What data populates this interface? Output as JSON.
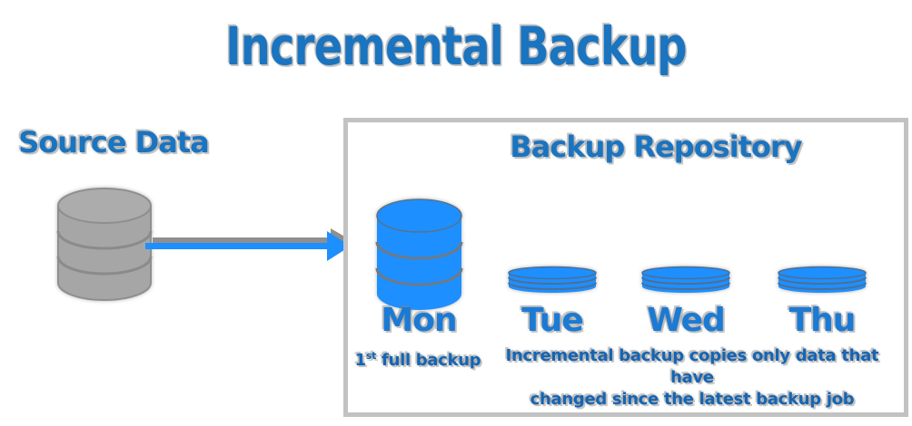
{
  "diagram": {
    "title": "Incremental Backup",
    "source": {
      "label": "Source Data",
      "icon": "database-cylinder-gray"
    },
    "flow": {
      "icon": "arrow-right"
    },
    "repository": {
      "title": "Backup Repository",
      "days": [
        {
          "label": "Mon",
          "icon": "database-cylinder-blue-full"
        },
        {
          "label": "Tue",
          "icon": "database-disk-blue-incremental"
        },
        {
          "label": "Wed",
          "icon": "database-disk-blue-incremental"
        },
        {
          "label": "Thu",
          "icon": "database-disk-blue-incremental"
        }
      ],
      "full_backup_note": {
        "number": "1",
        "ordinal": "st",
        "text": " full backup"
      },
      "incremental_note": {
        "line1": "Incremental backup copies only data that have",
        "line2": "changed since the latest backup job"
      }
    },
    "colors": {
      "title_blue": "#1a74c0",
      "day_label_blue": "#1b7ad4",
      "note_blue": "#1565b4",
      "icon_blue": "#1e8fff",
      "source_gray": "#a6a6a6",
      "box_border_gray": "#c2c2c2",
      "arrow_shadow_gray": "#8f8f8f",
      "background": "#ffffff"
    }
  }
}
